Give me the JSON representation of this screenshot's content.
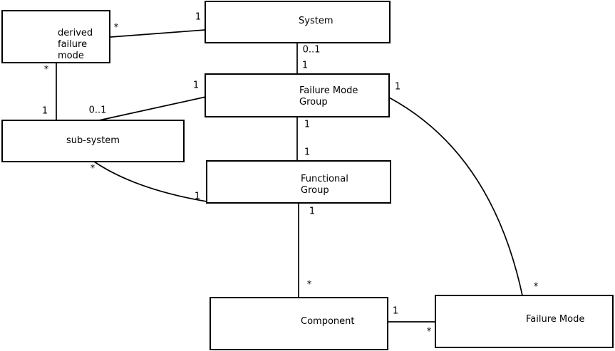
{
  "diagram": {
    "type": "uml-class-association-diagram",
    "colors": {
      "line": "#000000",
      "text": "#000000",
      "background": "#ffffff"
    },
    "boxes": {
      "derived_failure_mode": {
        "lines": [
          "derived",
          "failure",
          "mode"
        ]
      },
      "system": {
        "lines": [
          "System"
        ]
      },
      "failure_mode_group": {
        "lines": [
          "Failure Mode",
          "Group"
        ]
      },
      "sub_system": {
        "lines": [
          "sub-system"
        ]
      },
      "functional_group": {
        "lines": [
          "Functional",
          "Group"
        ]
      },
      "component": {
        "lines": [
          "Component"
        ]
      },
      "failure_mode": {
        "lines": [
          "Failure Mode"
        ]
      }
    },
    "connections": {
      "derived_to_system": {
        "from": "derived failure mode",
        "to": "System",
        "from_label": "*",
        "to_label": "1"
      },
      "derived_to_subsystem": {
        "from": "derived failure mode",
        "to": "sub-system",
        "from_label": "*",
        "to_label": "1"
      },
      "subsystem_to_fmg": {
        "from": "sub-system",
        "to": "Failure Mode Group",
        "from_label": "0..1",
        "to_label": "1"
      },
      "system_to_fmg": {
        "from": "System",
        "to": "Failure Mode Group",
        "from_label": "0..1",
        "to_label": "1"
      },
      "fmg_to_fg": {
        "from": "Failure Mode Group",
        "to": "Functional Group",
        "from_label": "1",
        "to_label": "1"
      },
      "fg_to_component": {
        "from": "Functional Group",
        "to": "Component",
        "from_label": "1",
        "to_label": "*"
      },
      "component_to_fm": {
        "from": "Component",
        "to": "Failure Mode",
        "from_label": "1",
        "to_label": "*"
      },
      "fmg_to_fm": {
        "from": "Failure Mode Group",
        "to": "Failure Mode",
        "from_label": "1",
        "to_label": "*"
      },
      "subsystem_to_fg": {
        "from": "sub-system",
        "to": "Functional Group",
        "from_label": "*",
        "to_label": "1"
      }
    }
  }
}
